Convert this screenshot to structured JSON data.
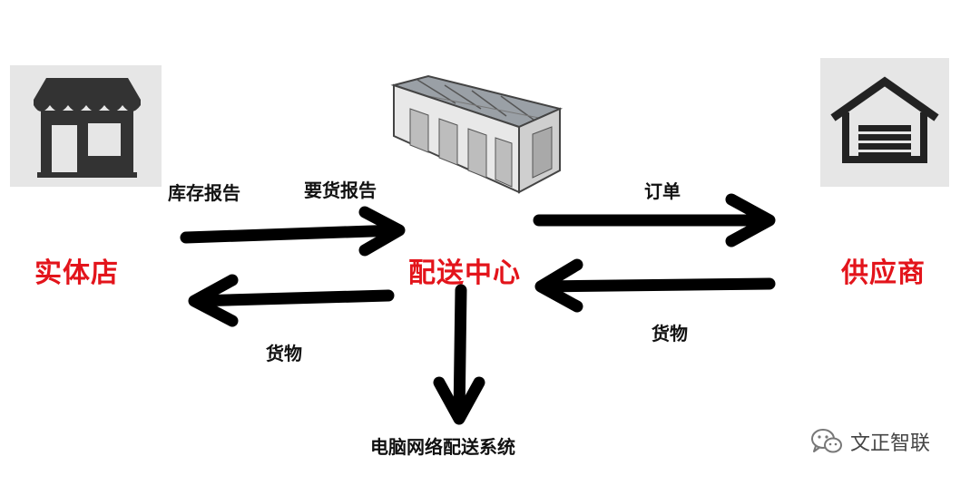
{
  "nodes": {
    "store": "实体店",
    "center": "配送中心",
    "supplier": "供应商"
  },
  "edges": {
    "inventory_report": "库存报告",
    "requisition_report": "要货报告",
    "order": "订单",
    "goods_to_store": "货物",
    "goods_from_supplier": "货物",
    "system": "电脑网络配送系统"
  },
  "watermark": "文正智联",
  "colors": {
    "node_label": "#e3141b",
    "arrow": "#000000",
    "icon_bg": "#e6e6e6"
  },
  "icons": {
    "store": "storefront-icon",
    "center": "warehouse-icon",
    "supplier": "garage-icon",
    "watermark": "wechat-icon"
  }
}
